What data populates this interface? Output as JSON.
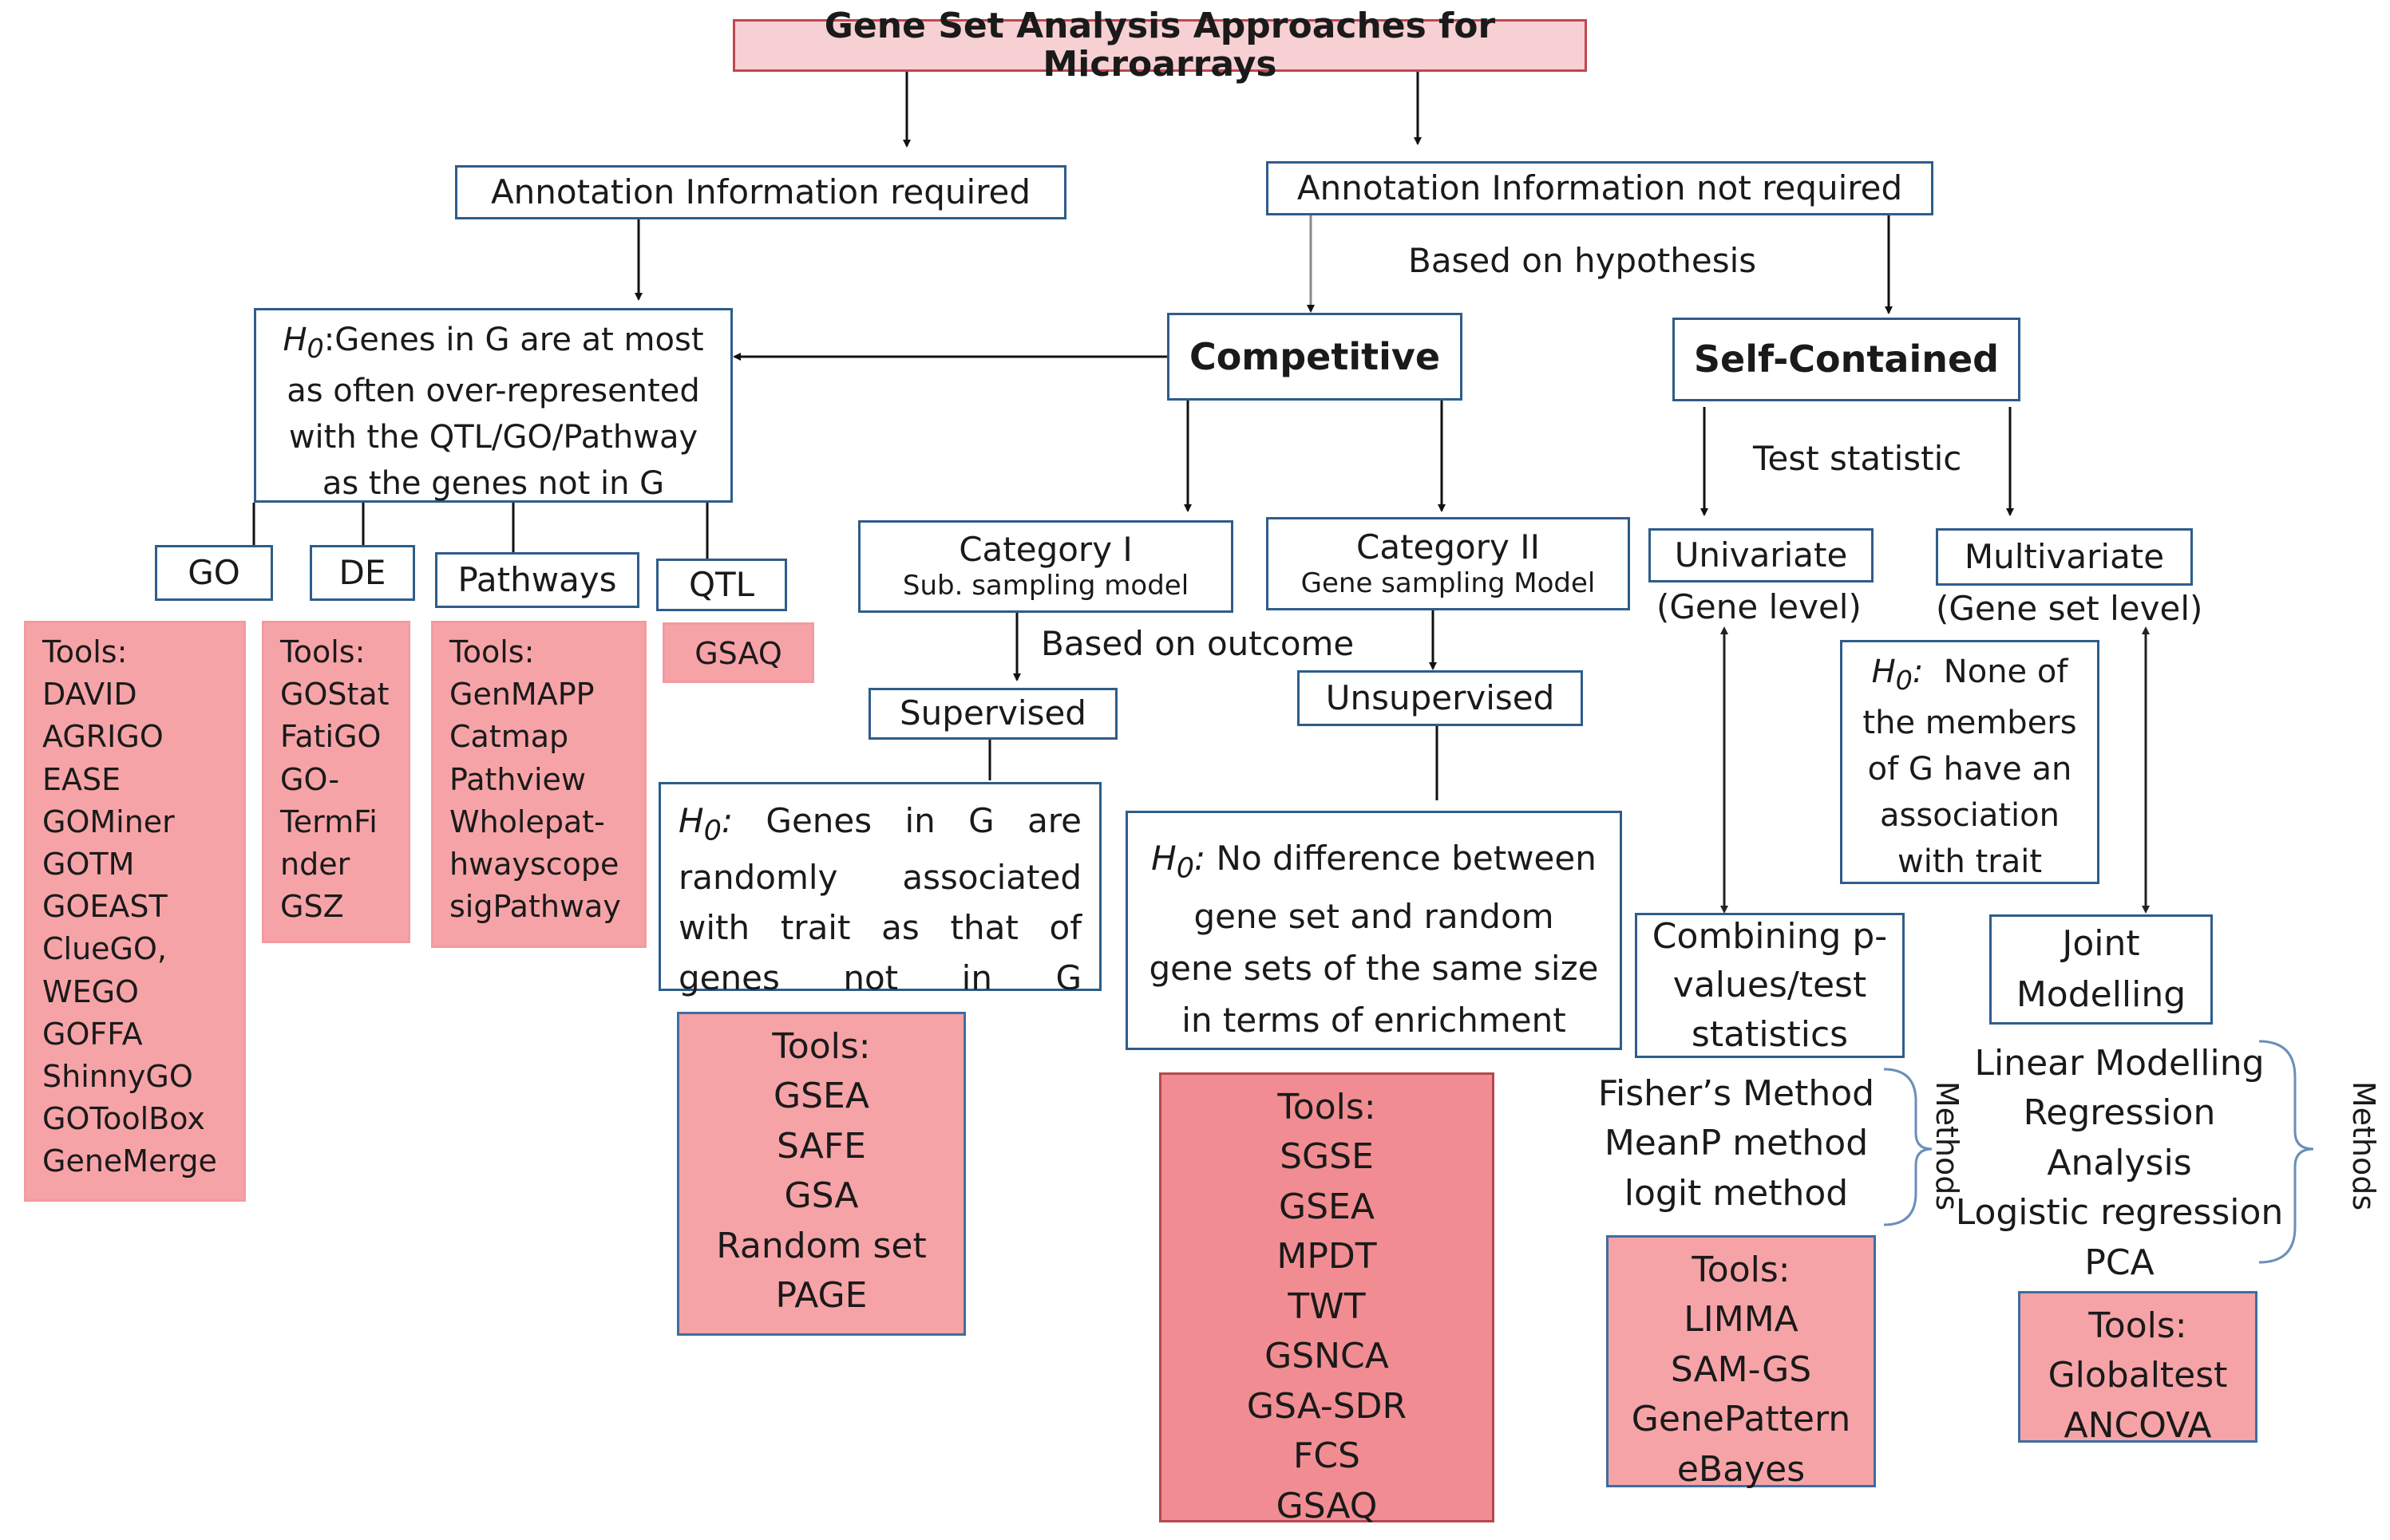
{
  "title": "Gene Set Analysis Approaches for  Microarrays",
  "annotation_required": "Annotation Information required",
  "annotation_not_required": "Annotation Information not required",
  "based_on_hypothesis": "Based on hypothesis",
  "competitive": "Competitive",
  "self_contained": "Self-Contained",
  "h0_left": {
    "prefix": "H",
    "sub": "0",
    "lines": [
      "Genes in G are at most",
      "as often over-represented",
      "with the QTL/GO/Pathway",
      "as the genes not in G"
    ]
  },
  "categories": {
    "go": "GO",
    "de": "DE",
    "pathways": "Pathways",
    "qtl": "QTL"
  },
  "tools_go": [
    "Tools:",
    "DAVID",
    "AGRIGO",
    "EASE",
    "GOMiner",
    "GOTM",
    "GOEAST",
    "ClueGO,",
    "WEGO",
    "GOFFA",
    "ShinnyGO",
    "GOToolBox",
    "GeneMerge"
  ],
  "tools_de": [
    "Tools:",
    "GOStat",
    "FatiGO",
    "GO-",
    "TermFi",
    "nder",
    "GSZ"
  ],
  "tools_pathways": [
    "Tools:",
    "GenMAPP",
    "Catmap",
    "Pathview",
    "Wholepat-",
    "hwayscope",
    "sigPathway"
  ],
  "tools_qtl": [
    "GSAQ"
  ],
  "category1": {
    "line1": "Category I",
    "line2": "Sub. sampling model"
  },
  "category2": {
    "line1": "Category II",
    "line2": "Gene sampling Model"
  },
  "based_on_outcome": "Based on outcome",
  "supervised": "Supervised",
  "unsupervised": "Unsupervised",
  "h0_supervised": [
    "Genes in G are",
    "randomly associated",
    "with trait as that of",
    "genes not in G"
  ],
  "h0_unsupervised": [
    "No difference between",
    "gene set and random",
    "gene sets of the same size",
    "in terms of enrichment"
  ],
  "tools_supervised": [
    "Tools:",
    "GSEA",
    "SAFE",
    "GSA",
    "Random set",
    "PAGE"
  ],
  "tools_unsupervised": [
    "Tools:",
    "SGSE",
    "GSEA",
    "MPDT",
    "TWT",
    "GSNCA",
    "GSA-SDR",
    "FCS",
    "GSAQ"
  ],
  "test_statistic": "Test statistic",
  "univariate": "Univariate",
  "gene_level": "(Gene level)",
  "multivariate": "Multivariate",
  "gene_set_level": "(Gene set level)",
  "h0_multivariate": [
    "None of",
    "the members",
    "of G have an",
    "association",
    "with trait"
  ],
  "combining": [
    "Combining p-",
    "values/test",
    "statistics"
  ],
  "joint_modelling": [
    "Joint",
    "Modelling"
  ],
  "methods_univariate": [
    "Fisher’s Method",
    "MeanP method",
    "logit  method"
  ],
  "methods_multivariate": [
    "Linear Modelling",
    "Regression",
    "Analysis",
    "Logistic regression",
    "PCA"
  ],
  "methods_label": "Methods",
  "tools_univariate": [
    "Tools:",
    "LIMMA",
    "SAM-GS",
    "GenePattern",
    "eBayes"
  ],
  "tools_multivariate": [
    "Tools:",
    "Globaltest",
    "ANCOVA"
  ]
}
